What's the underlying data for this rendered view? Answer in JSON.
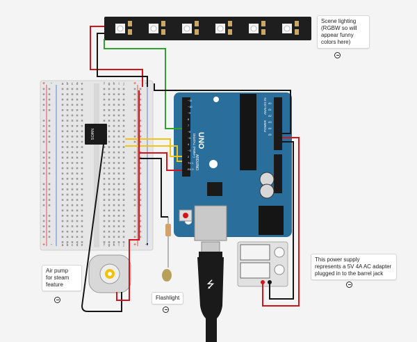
{
  "annotations": {
    "scene_lighting": [
      "Scene lighting",
      "(RGBW so will",
      "appear funny",
      "colors here)"
    ],
    "air_pump": [
      "Air pump",
      "for steam",
      "feature"
    ],
    "flashlight": [
      "Flashlight"
    ],
    "power_supply": [
      "This power supply",
      "represents a 5V 4A AC adapter",
      "plugged in to the barrel jack"
    ]
  },
  "arduino": {
    "brand": "UNO",
    "maker": "ARDUINO",
    "digital_label": "DIGITAL (PWM~)",
    "power_label": "POWER",
    "analog_label": "ANALOG IN",
    "reset_label": "RESET",
    "ioref_label": "IOREF",
    "aref_label": "AREF",
    "gnd_label": "GND",
    "l_label": "L",
    "tx_label": "TX",
    "rx_label": "RX",
    "on_label": "ON",
    "v5_label": "5V",
    "v33_label": "3.3V",
    "vin_label": "VIN",
    "digital_pins": [
      "~11",
      "~10",
      "~9",
      "8",
      "7",
      "~6",
      "~5",
      "4",
      "~3",
      "2",
      "TX 1",
      "RX 0"
    ],
    "analog_pins": [
      "A0",
      "A1",
      "A2",
      "A3",
      "A4",
      "A5"
    ]
  },
  "breadboard": {
    "columns": [
      "a",
      "b",
      "c",
      "d",
      "e",
      "f",
      "g",
      "h",
      "i",
      "j"
    ],
    "plus": "+",
    "minus": "-"
  },
  "chip": {
    "label": "NMOS"
  },
  "colors": {
    "board_teal": "#2a6f9c",
    "wire_red": "#d6131b",
    "wire_black": "#151515",
    "wire_green": "#2aa52a",
    "wire_yellow": "#f0c419",
    "breadboard": "#e4e4e4",
    "ledstrip": "#1e1e1e"
  }
}
